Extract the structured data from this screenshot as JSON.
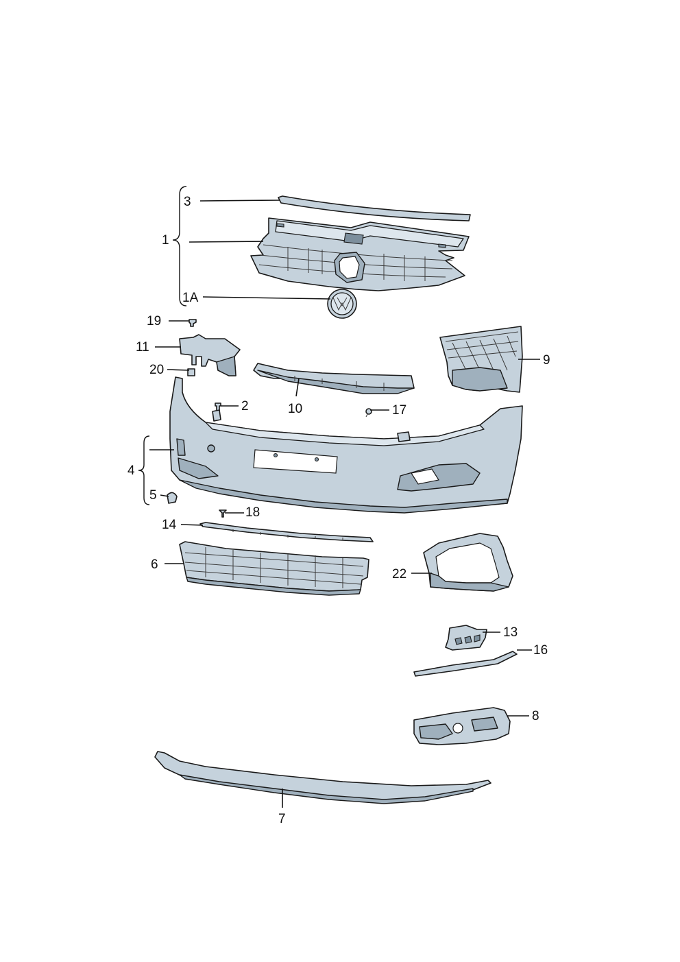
{
  "callouts": {
    "c1": "1",
    "c1a": "1A",
    "c2": "2",
    "c3": "3",
    "c4": "4",
    "c5": "5",
    "c6": "6",
    "c7": "7",
    "c8": "8",
    "c9": "9",
    "c10": "10",
    "c11": "11",
    "c13": "13",
    "c14": "14",
    "c16": "16",
    "c17": "17",
    "c18": "18",
    "c19": "19",
    "c20": "20",
    "c22": "22"
  },
  "colors": {
    "part_fill": "#c5d2dc",
    "part_shadow": "#9fb0bd",
    "outline": "#1a1a1a"
  }
}
